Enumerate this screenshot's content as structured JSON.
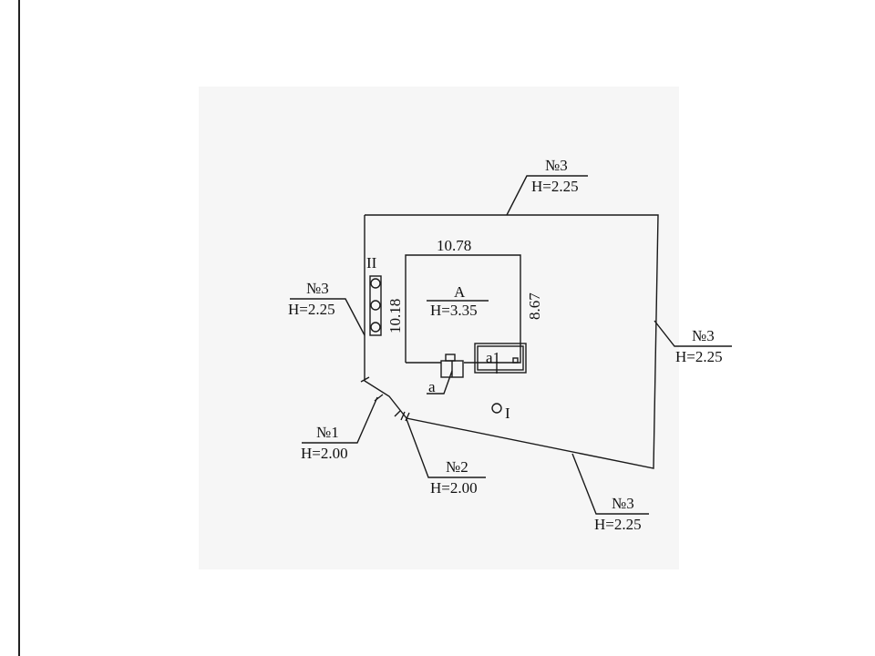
{
  "colors": {
    "line": "#1a1a1a",
    "paper": "#f6f6f6",
    "background": "#ffffff"
  },
  "fences": {
    "top": {
      "number": "№3",
      "height": "H=2.25"
    },
    "left": {
      "number": "№3",
      "height": "H=2.25"
    },
    "right": {
      "number": "№3",
      "height": "H=2.25"
    },
    "bottom_right": {
      "number": "№3",
      "height": "H=2.25"
    },
    "gate1": {
      "number": "№1",
      "height": "H=2.00"
    },
    "gate2": {
      "number": "№2",
      "height": "H=2.00"
    }
  },
  "building": {
    "label": "А",
    "height": "H=3.35",
    "width_dim": "10.78",
    "depth_dim_left": "10.18",
    "depth_dim_right": "8.67"
  },
  "annex_a": {
    "label": "а"
  },
  "annex_a1": {
    "label": "а1"
  },
  "structure_II": {
    "label": "II"
  },
  "structure_I": {
    "label": "I"
  }
}
